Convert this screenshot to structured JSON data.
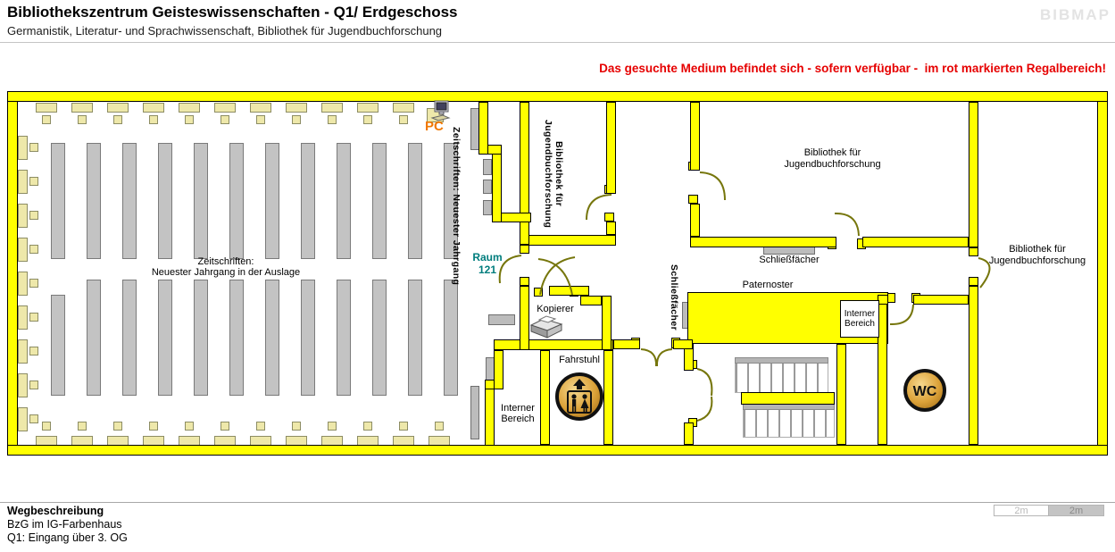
{
  "header": {
    "title": "Bibliothekszentrum Geisteswissenschaften - Q1/ Erdgeschoss",
    "subtitle": "Germanistik, Literatur- und Sprachwissenschaft, Bibliothek für Jugendbuchforschung",
    "logo": "BIBMAP",
    "warning": "Das gesuchte Medium befindet sich - sofern verfügbar -  im rot markierten Regalbereich!"
  },
  "map": {
    "hall": {
      "journals_sign_line1": "Zeitschriften:",
      "journals_sign_line2": "Neuester Jahrgang in der Auslage",
      "journals_shelf_vertical": "Zeitschriften: Neuester Jahrgang",
      "pc_label": "PC"
    },
    "rooms": {
      "room_number_line1": "Raum",
      "room_number_line2": "121",
      "jugendbuch_line1": "Bibliothek für",
      "jugendbuch_line2": "Jugendbuchforschung"
    },
    "facilities": {
      "lockers": "Schließfächer",
      "paternoster": "Paternoster",
      "internal_line1": "Interner",
      "internal_line2": "Bereich",
      "copier": "Kopierer",
      "elevator": "Fahrstuhl",
      "wc": "WC"
    },
    "colors": {
      "wall": "#ffff00",
      "highlight": "#ff0000",
      "door": "#76760c",
      "shelf": "#c3c3c3",
      "furniture": "#eee8aa",
      "cabin": "#a97c54",
      "room_number": "#007d7d",
      "pc": "#f07800",
      "warning": "#e60000"
    }
  },
  "footer": {
    "heading": "Wegbeschreibung",
    "lines": [
      "BzG im IG-Farbenhaus",
      "Q1: Eingang über 3. OG"
    ],
    "scale_left": "2m",
    "scale_right": "2m"
  }
}
